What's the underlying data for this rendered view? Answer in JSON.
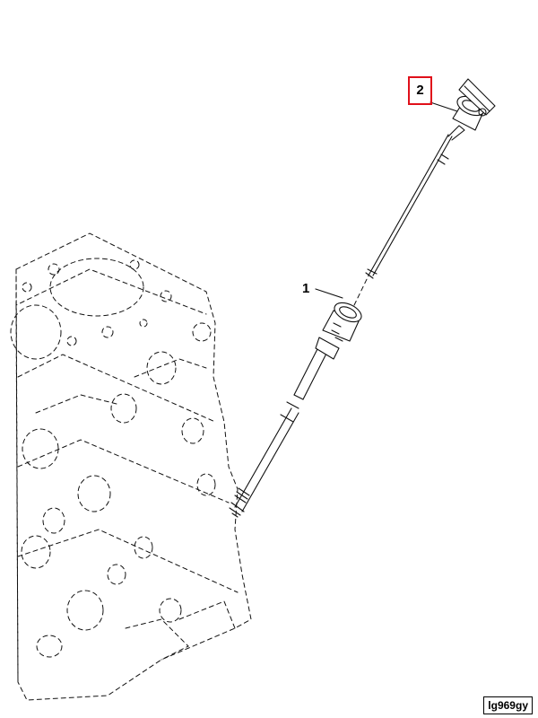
{
  "callouts": {
    "item_1": "1",
    "item_2": "2"
  },
  "image_id": "lg969gy",
  "colors": {
    "highlight_border": "#e0101a",
    "line": "#111111"
  }
}
